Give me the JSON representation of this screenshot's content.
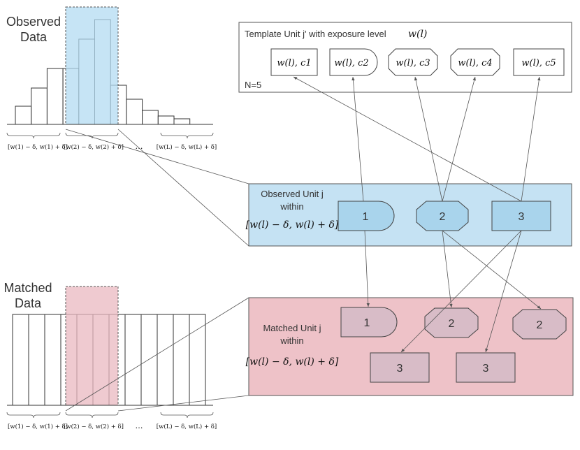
{
  "colors": {
    "observed_fill": "#c5e2f3",
    "observed_shape": "#a9d4ec",
    "matched_fill": "#eec2c8",
    "matched_shape": "#d8bcc7",
    "highlight_blue": "#b3dbf2",
    "highlight_pink": "#eab8c0"
  },
  "observed_histogram": {
    "label_line1": "Observed",
    "label_line2": "Data",
    "bar_heights": [
      26,
      52,
      80,
      80,
      122,
      150,
      56,
      36,
      20,
      12,
      8
    ],
    "axis_labels": {
      "first": "[w(1) − δ, w(1) + δ]",
      "second": "[w(2) − δ, w(2) + δ]",
      "ellipsis": "…",
      "last": "[w(L) − δ, w(L) + δ]"
    }
  },
  "matched_histogram": {
    "label_line1": "Matched",
    "label_line2": "Data",
    "bar_count": 12,
    "axis_labels": {
      "first": "[w(1) − δ, w(1) + δ]",
      "second": "[w(2) − δ, w(2) + δ]",
      "ellipsis": "…",
      "last": "[w(L) − δ, w(L) + δ]"
    }
  },
  "template_unit": {
    "title": "Template Unit j' with exposure level",
    "title_math": "w(l)",
    "count": "N=5",
    "items": [
      "w(l), c1",
      "w(l), c2",
      "w(l), c3",
      "w(l), c4",
      "w(l), c5"
    ]
  },
  "observed_unit": {
    "title_line1": "Observed Unit j",
    "title_line2": "within",
    "interval": "[w(l) − δ, w(l) + δ]",
    "nodes": [
      "1",
      "2",
      "3"
    ]
  },
  "matched_unit": {
    "title_line1": "Matched Unit j",
    "title_line2": "within",
    "interval": "[w(l) − δ, w(l) + δ]",
    "nodes": [
      "1",
      "2",
      "2",
      "3",
      "3"
    ]
  }
}
